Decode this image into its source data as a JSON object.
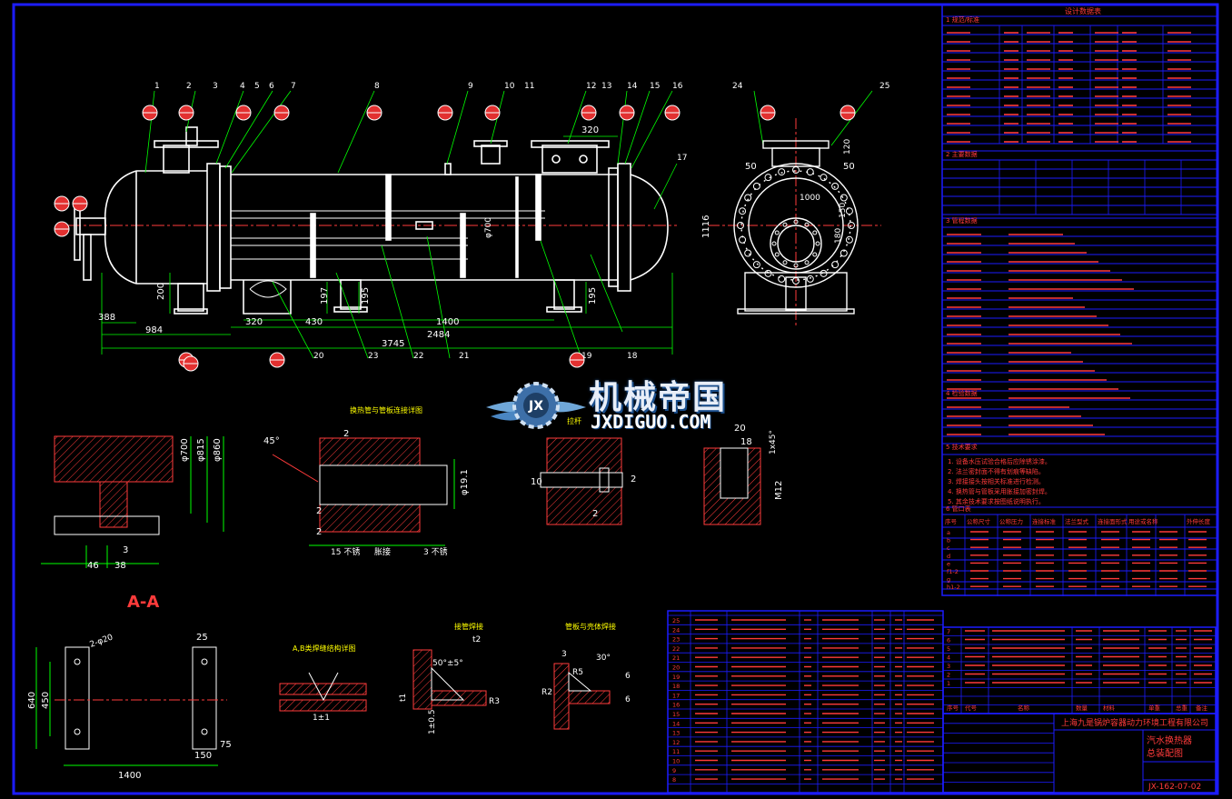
{
  "drawing": {
    "view_label_aa": "A-A",
    "part_balloons": [
      "1",
      "2",
      "3",
      "4",
      "5",
      "6",
      "7",
      "8",
      "9",
      "10",
      "11",
      "12",
      "13",
      "14",
      "15",
      "16",
      "17",
      "18",
      "19",
      "20",
      "21",
      "22",
      "23",
      "24",
      "25"
    ],
    "dims_main": {
      "d320_top": "320",
      "d388": "388",
      "d984": "984",
      "d320": "320",
      "d430": "430",
      "d1400": "1400",
      "d2484": "2484",
      "d3745": "3745",
      "d200": "200",
      "d197": "197",
      "d195": "195",
      "d195b": "195",
      "d700": "φ700",
      "d1116": "1116",
      "d120": "120",
      "d50a": "50",
      "d50b": "50",
      "d1000": "1000",
      "d150": "150",
      "d180": "180"
    },
    "dims_detail": {
      "flange_d700": "φ700",
      "flange_d815": "φ815",
      "flange_d860": "φ860",
      "flange_46": "46",
      "flange_38": "38",
      "flange_3": "3",
      "tube_45": "45°",
      "tube_2a": "2",
      "tube_2b": "2",
      "tube_2c": "2",
      "tube_19": "φ19.1",
      "tube_15": "15 不锈",
      "tube_mid": "胀接",
      "tube_3": "3 不锈",
      "rod_10": "10",
      "rod_2a": "2",
      "rod_2b": "2",
      "hole_20": "20",
      "hole_18": "18",
      "hole_145": "1x45°",
      "hole_m12": "M12",
      "saddle_640": "640",
      "saddle_450": "450",
      "saddle_1400": "1400",
      "saddle_25": "25",
      "saddle_150": "150",
      "saddle_75": "75",
      "saddle_r": "2-φ20",
      "weld_t2": "t2",
      "weld_angle": "50°±5°",
      "weld_r3": "R3",
      "weld_t1": "t1",
      "weld_05": "1±0.5",
      "weld_tt1": "1±1",
      "weld2_3": "3",
      "weld2_30": "30°",
      "weld2_r5": "R5",
      "weld2_r2": "R2",
      "weld2_6a": "6",
      "weld2_6b": "6"
    },
    "detail_titles": {
      "tube_joint": "换热管与管板连接详图",
      "rod": "拉杆",
      "ab_weld": "A,B类焊缝结构详图",
      "nozzle_weld1": "接管焊接",
      "nozzle_weld2": "管板与壳体焊接"
    }
  },
  "tables": {
    "spec_title": "设计数据表",
    "spec_sections": [
      "1 规范/标准",
      "2 主要数据",
      "3 管程数据",
      "4 检验数据",
      "5 技术要求",
      "6 管口表"
    ],
    "notes": [
      "1. 设备水压试验合格后应除锈涂漆。",
      "2. 法兰密封面不得有划痕等缺陷。",
      "3. 焊接接头按相关标准进行检测。",
      "4. 换热管与管板采用胀接加密封焊。",
      "5. 其余技术要求按图纸说明执行。"
    ],
    "nozzle_headers": [
      "序号",
      "公称尺寸",
      "公称压力",
      "连接标准",
      "法兰型式",
      "连接面形式",
      "用途或名称",
      "外伸长度"
    ],
    "nozzle_ids": [
      "a",
      "b",
      "c",
      "d",
      "e",
      "f1-2",
      "g",
      "h1-2"
    ],
    "bom_headers": [
      "序号",
      "代号",
      "名称",
      "数量",
      "材料",
      "单重",
      "总重",
      "备注"
    ],
    "bom_rows_left": [
      "25",
      "24",
      "23",
      "22",
      "21",
      "20",
      "19",
      "18",
      "17",
      "16",
      "15",
      "14",
      "13",
      "12",
      "11",
      "10",
      "9",
      "8"
    ],
    "bom_rows_right": [
      "7",
      "6",
      "5",
      "4",
      "3",
      "2",
      "1"
    ],
    "title_block": {
      "company": "上海九是锅炉容器动力环境工程有限公司",
      "product": "汽水换热器",
      "drawing": "总装配图",
      "dwg_no": "JX-162-07-02"
    }
  },
  "watermark": {
    "text": "机械帝国",
    "url": "JXDIGUO.COM"
  },
  "colors": {
    "frame": "#1c1cff",
    "line": "#ffffff",
    "dim": "#00ff00",
    "center": "#ff3b3b",
    "hatch": "#ff3b3b",
    "balloon": "#e23030",
    "detail": "#ff00ff",
    "title": "#ffff00"
  }
}
